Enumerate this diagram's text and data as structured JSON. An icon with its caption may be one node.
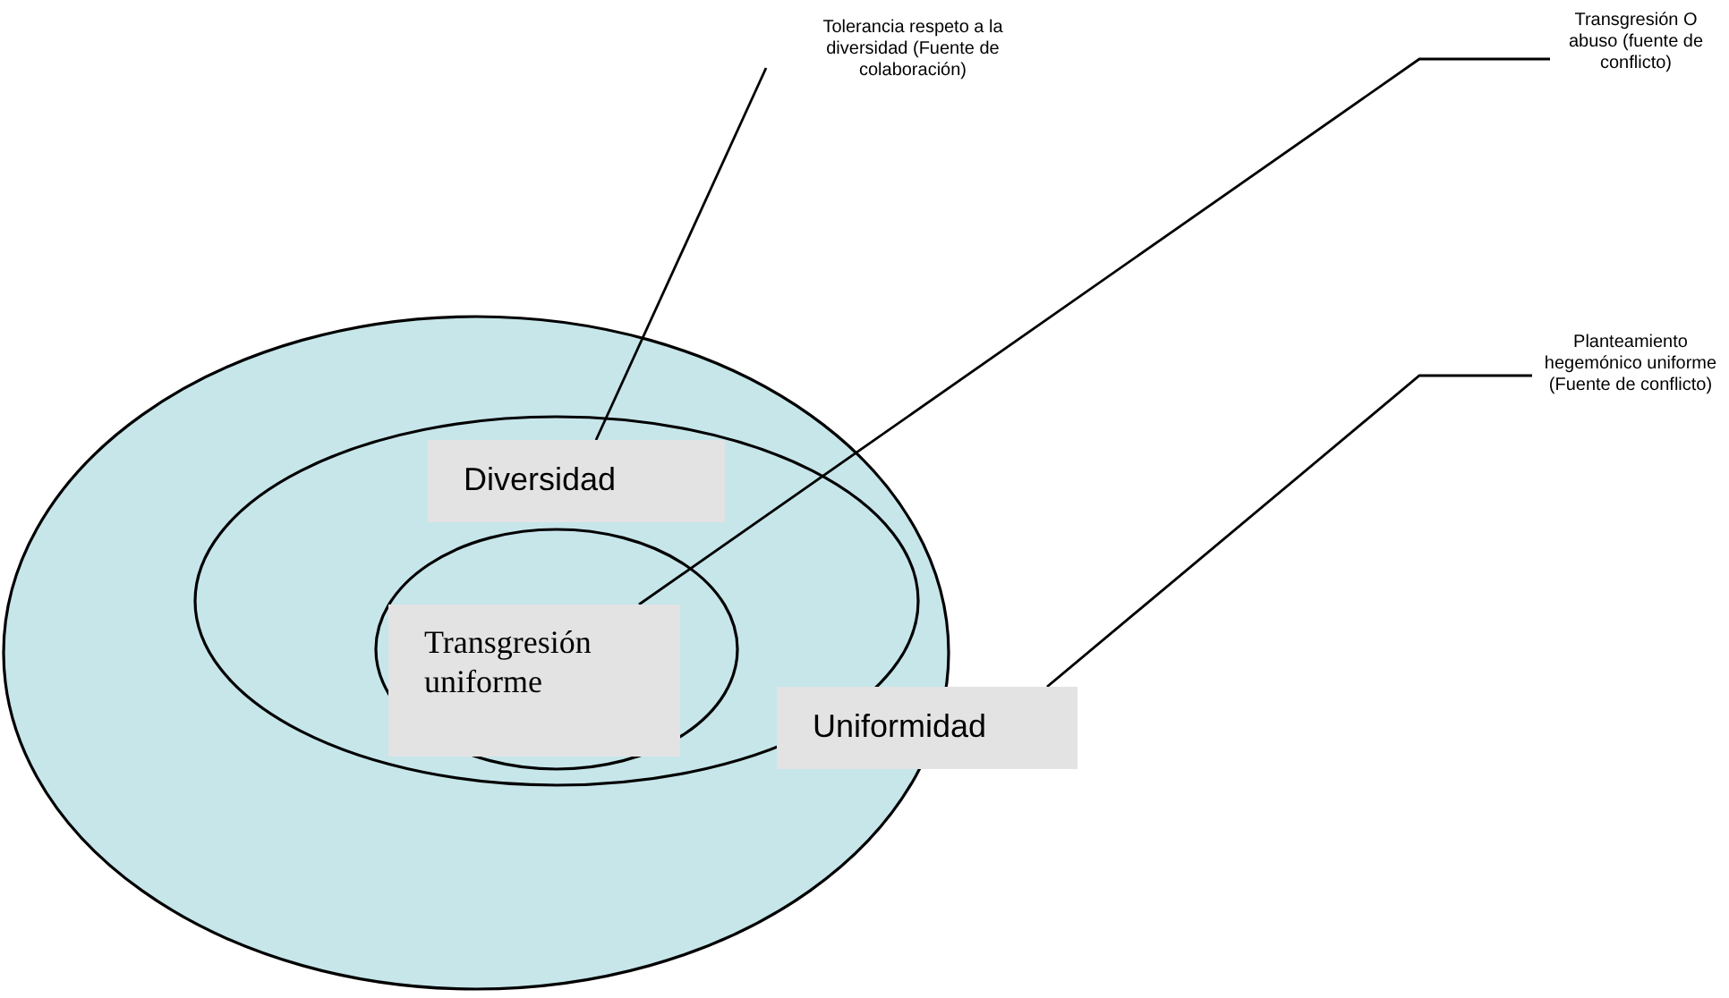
{
  "diagram": {
    "nodes": [
      {
        "text": [
          "Diversidad"
        ]
      },
      {
        "text": [
          "Transgresión uniforme"
        ]
      },
      {
        "text": [
          "Uniformidad"
        ]
      },
      {
        "text": [
          "Tolerancia respeto a la diversidad (Fuente de colaboración)"
        ]
      },
      {
        "text": [
          "Transgresión O abuso (fuente de conflicto)"
        ]
      },
      {
        "text": [
          "Planteamiento hegemónico uniforme (Fuente de conflicto)"
        ]
      }
    ],
    "edges": [
      {
        "from": 3,
        "to": 0,
        "arrow": "none"
      },
      {
        "from": 4,
        "to": 1,
        "arrow": "none"
      },
      {
        "from": 5,
        "to": 2,
        "arrow": "none"
      }
    ]
  }
}
